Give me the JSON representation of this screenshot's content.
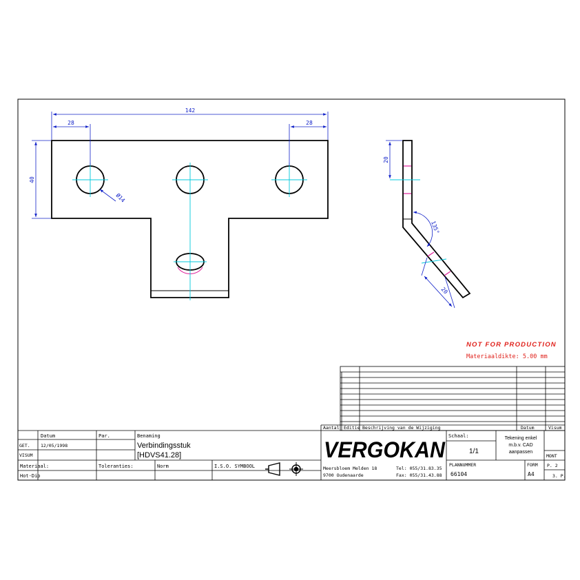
{
  "colors": {
    "outline": "#000000",
    "centerline": "#00c8dc",
    "dimension": "#1020c8",
    "bend_mark": "#e0209a",
    "warning": "#e0201a"
  },
  "front_view": {
    "dim_overall": "142",
    "dim_left": "28",
    "dim_right": "28",
    "dim_height": "40",
    "hole_dia": "Ø14"
  },
  "side_view": {
    "dim_top": "20",
    "dim_angle": "135°",
    "dim_leg": "20"
  },
  "notes": {
    "not_for_production": "NOT FOR PRODUCTION",
    "material_thickness": "Materiaaldikte: 5.00 mm"
  },
  "revision_table": {
    "aantal": "Aantal",
    "editie": "Editie",
    "beschrijving": "Beschrijving van de Wijziging",
    "datum": "Datum",
    "visum": "Visum"
  },
  "title_block": {
    "datum_label": "Datum",
    "par_label": "Par.",
    "benaming_label": "Benaming",
    "get_label": "GET.",
    "get_date": "12/05/1998",
    "visum_label": "VISUM",
    "title_line1": "Verbindingsstuk",
    "title_line2": "[HDVS41.28]",
    "materiaal_label": "Materiaal:",
    "toleranties_label": "Toleranties:",
    "norm_label": "Norm",
    "isd_symbool": "I.S.O. SYMBOOL",
    "finish": "Hot-Dip",
    "company": "VERGOKAN",
    "address1": "Meersbloem Melden 18",
    "address2": "9700 Oudenaarde",
    "tel": "Tel: 055/31.83.35",
    "fax": "Fax: 055/31.43.88",
    "schaal_label": "Schaal:",
    "schaal_value": "1/1",
    "tekening_note_1": "Tekening enkel",
    "tekening_note_2": "m.b.v. CAD",
    "tekening_note_3": "aanpassen",
    "mont_label": "MONT",
    "plannummer_label": "PLANNUMMER",
    "plannummer_value": "66104",
    "form_label": "FORM",
    "form_value": "A4",
    "p2": "P. 2",
    "p3": "3. P."
  }
}
